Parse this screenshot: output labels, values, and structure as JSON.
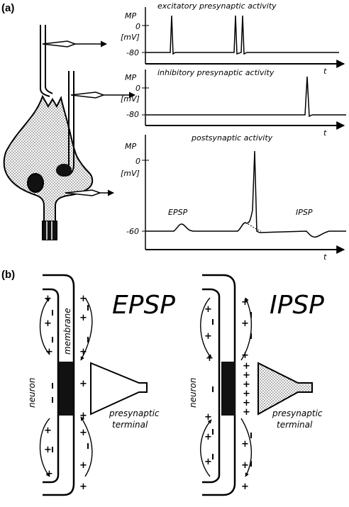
{
  "panel_a": {
    "label": "(a)",
    "trace1": {
      "title": "excitatory presynaptic activity",
      "mp_label": "MP",
      "unit_label": "[mV]",
      "tick_zero": "0",
      "tick_rest": "-80",
      "time_label": "t"
    },
    "trace2": {
      "title": "inhibitory presynaptic activity",
      "mp_label": "MP",
      "unit_label": "[mV]",
      "tick_zero": "0",
      "tick_rest": "-80",
      "time_label": "t"
    },
    "trace3": {
      "title": "postsynaptic activity",
      "mp_label": "MP",
      "unit_label": "[mV]",
      "tick_zero": "0",
      "tick_rest": "-60",
      "epsp_label": "EPSP",
      "ipsp_label": "IPSP",
      "time_label": "t"
    }
  },
  "panel_b": {
    "label": "(b)",
    "epsp": {
      "title": "EPSP",
      "neuron_label": "neuron",
      "membrane_label": "membrane",
      "terminal_line1": "presynaptic",
      "terminal_line2": "terminal",
      "terminal_fill": "white"
    },
    "ipsp": {
      "title": "IPSP",
      "neuron_label": "neuron",
      "terminal_line1": "presynaptic",
      "terminal_line2": "terminal",
      "terminal_fill": "stippled"
    }
  }
}
